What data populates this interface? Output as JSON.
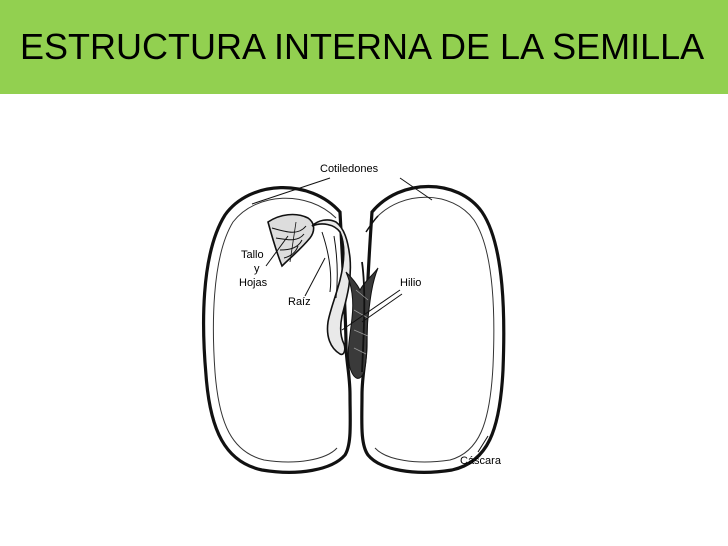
{
  "slide": {
    "title": "ESTRUCTURA INTERNA DE LA SEMILLA",
    "title_bar_color": "#92d050"
  },
  "diagram": {
    "labels": {
      "cotiledones": "Cotiledones",
      "tallo": "Tallo",
      "y": "y",
      "hojas": "Hojas",
      "raiz": "Raíz",
      "hilio": "Hilio",
      "cascara": "Cáscara"
    }
  }
}
